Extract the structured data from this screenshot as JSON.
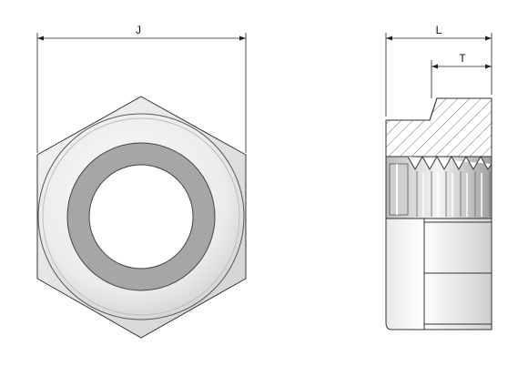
{
  "drawing": {
    "labels": {
      "width_across_flats": "J",
      "overall_length": "L",
      "thread_length": "T"
    },
    "colors": {
      "line": "#222222",
      "metal_light": "#f2f2f2",
      "metal_mid": "#d6d6d6",
      "metal_dark": "#9a9a9a",
      "nylon_ring": "#a6a6a6",
      "hatch": "#555555"
    }
  }
}
